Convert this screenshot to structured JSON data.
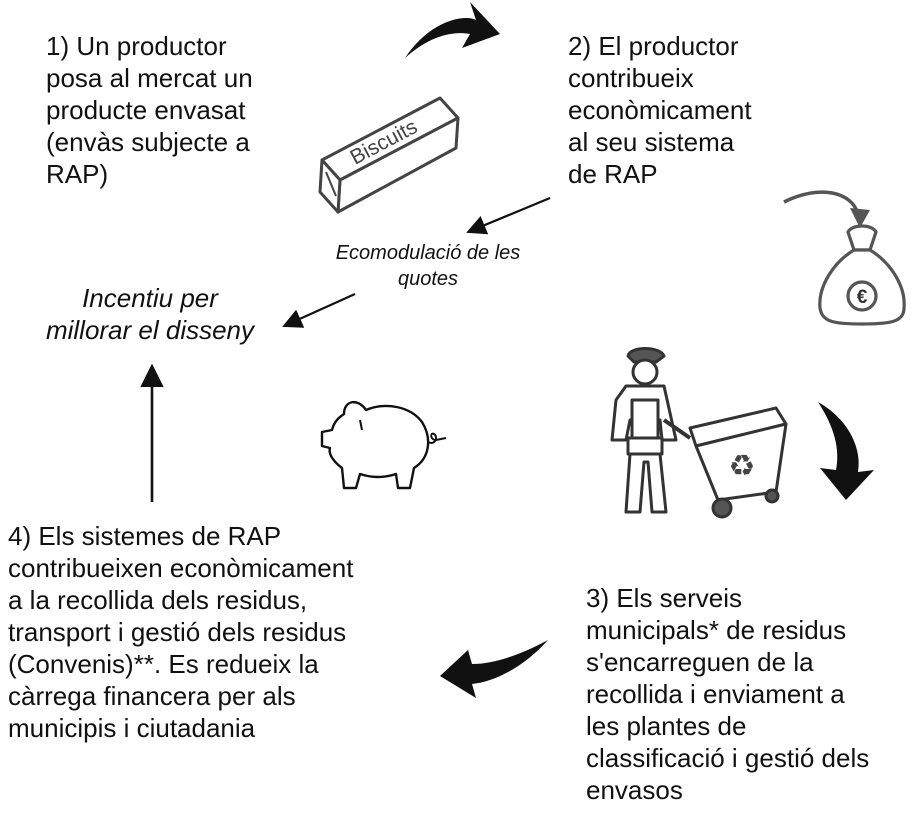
{
  "steps": {
    "step1": "1) Un productor\nposa al mercat un\nproducte envasat\n(envàs subjecte a\nRAP)",
    "step2": "2) El productor\ncontribueix\neconòmicament\nal seu sistema\nde RAP",
    "step3": "3) Els serveis\nmunicipals* de residus\ns'encarreguen de la\nrecollida i enviament a\nles plantes de\nclassificació i gestió dels\nenvasos",
    "step4": "4) Els sistemes de RAP\ncontribueixen econòmicament\na la recollida dels residus,\ntransport i gestió dels residus\n(Convenis)**. Es redueix la\ncàrrega financera per als\nmunicipis i ciutadania"
  },
  "labels": {
    "incentiu": "Incentiu per\nmillorar el disseny",
    "ecomodulacio": "Ecomodulació de les\nquotes"
  },
  "box_label": "Biscuits",
  "bag_symbol": "€",
  "icons": [
    "biscuit-box-icon",
    "money-bag-icon",
    "waste-worker-icon",
    "recycling-bin-icon",
    "recycle-symbol-icon",
    "piggy-bank-icon"
  ],
  "colors": {
    "ink": "#111111",
    "background": "#ffffff",
    "icon_gray": "#444444"
  }
}
